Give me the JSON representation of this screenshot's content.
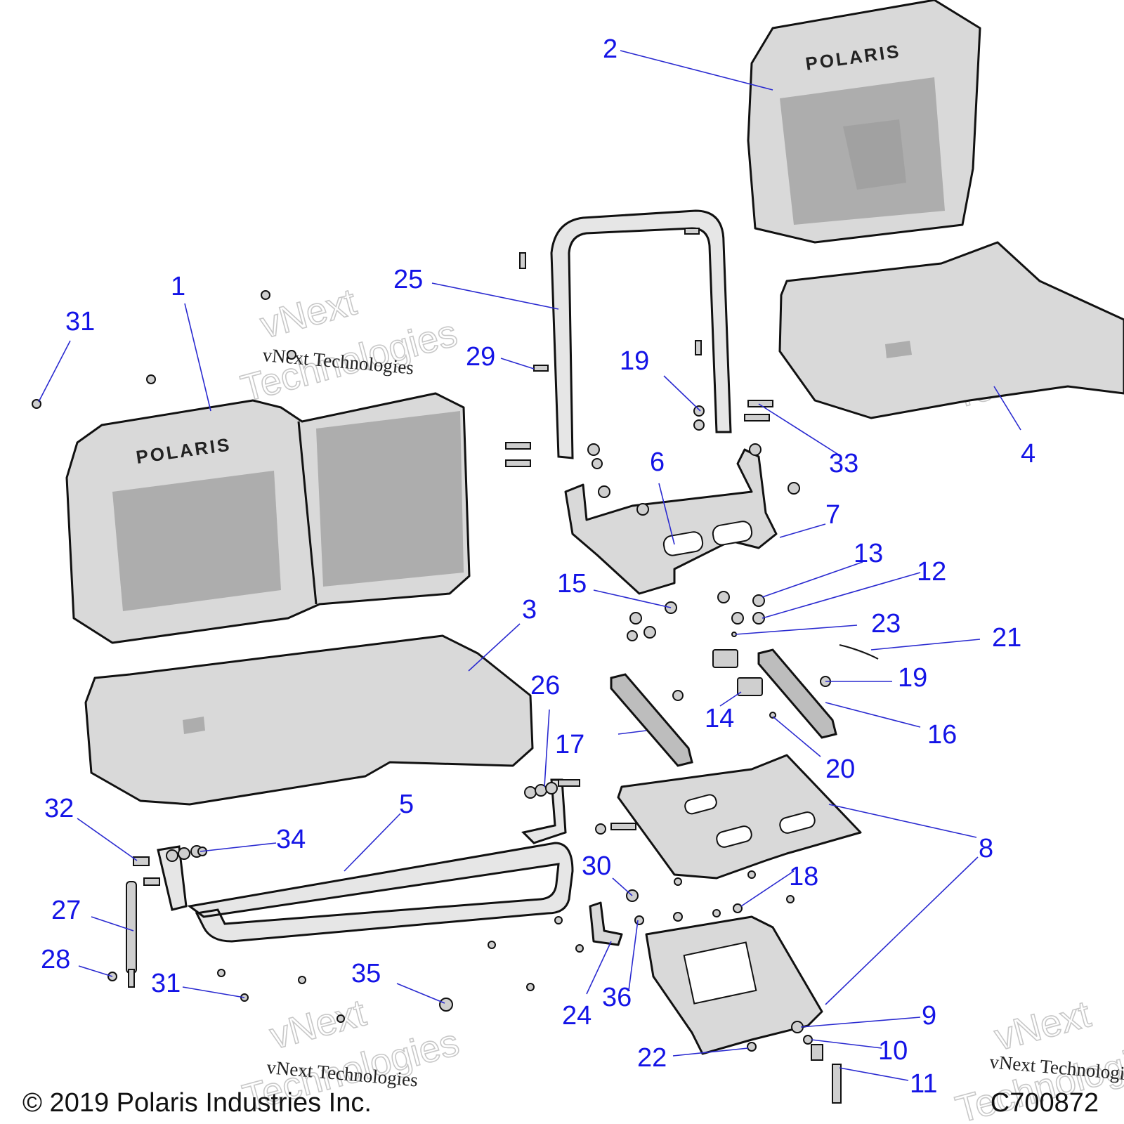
{
  "brand_logo": "POLARIS",
  "watermark": {
    "line1": "vNext",
    "line2": "Technologies",
    "caption": "vNext Technologies"
  },
  "footer": {
    "copyright": "© 2019 Polaris Industries Inc.",
    "figure_id": "C700872"
  },
  "colors": {
    "callout": "#1414e6",
    "leader": "#2a2ad0",
    "line_art": "#111111"
  },
  "callouts": [
    "1",
    "2",
    "3",
    "4",
    "5",
    "6",
    "7",
    "8",
    "8",
    "9",
    "10",
    "11",
    "12",
    "13",
    "14",
    "15",
    "16",
    "17",
    "18",
    "19",
    "19",
    "20",
    "21",
    "22",
    "23",
    "24",
    "25",
    "26",
    "27",
    "28",
    "29",
    "30",
    "31",
    "31",
    "32",
    "33",
    "34",
    "35",
    "36"
  ]
}
